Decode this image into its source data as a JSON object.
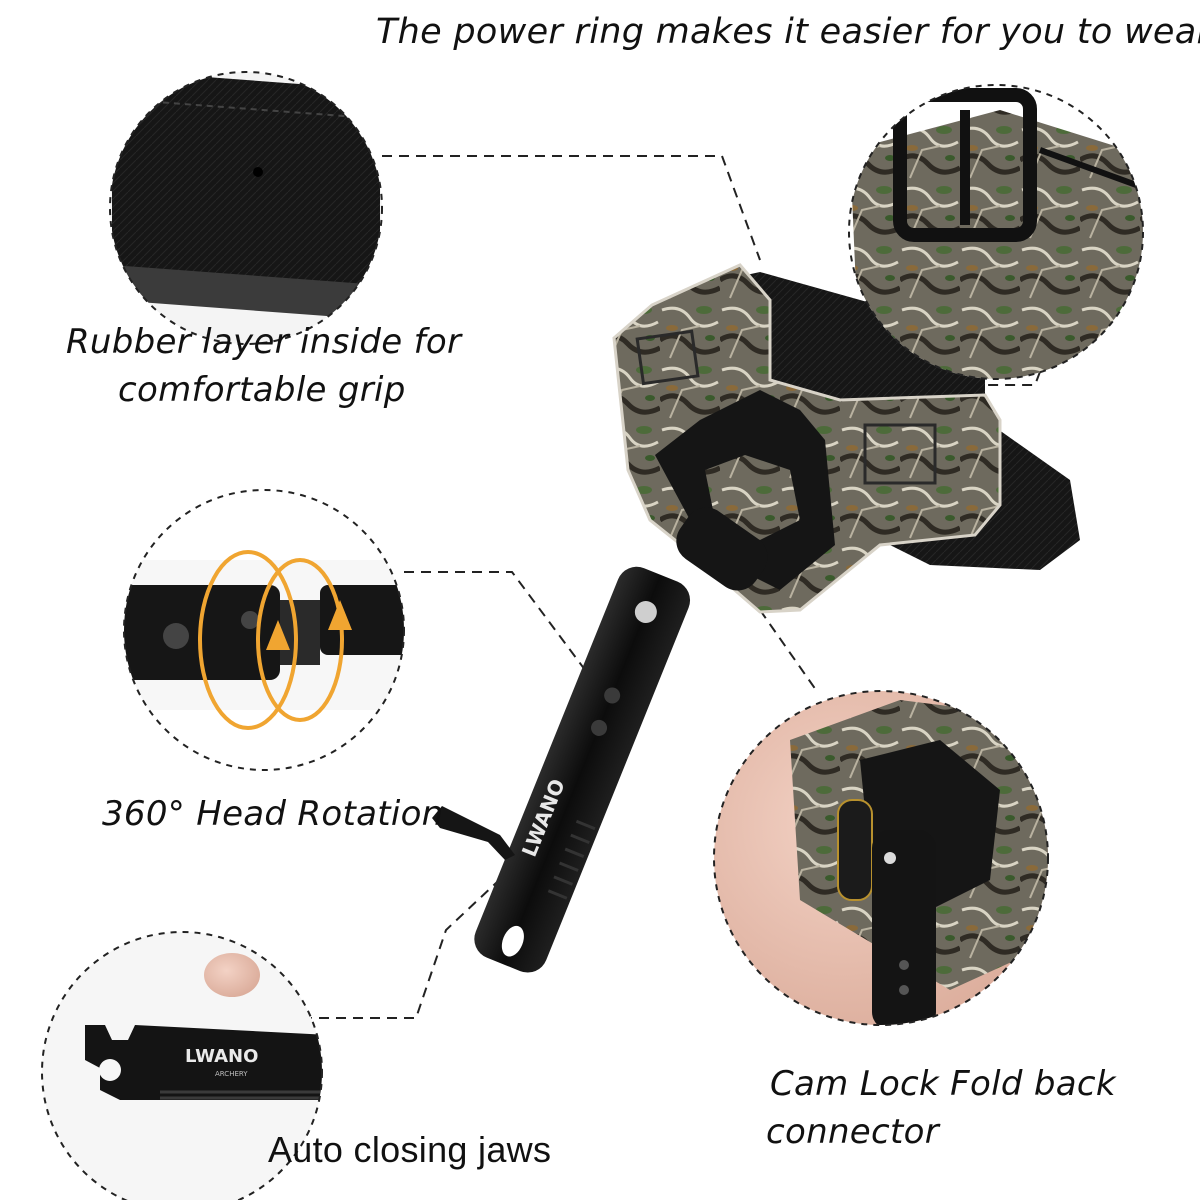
{
  "image": {
    "subject": "archery wrist release aid with camo strap",
    "brand_mark": "LWANO",
    "brand_sub": "ARCHERY"
  },
  "captions": {
    "power_ring": "The power ring makes it easier for you to wear",
    "rubber_line1": "Rubber layer inside for",
    "rubber_line2": "comfortable grip",
    "head_rotation": "360° Head Rotation",
    "auto_jaws": "Auto closing jaws",
    "cam_line1": "Cam Lock Fold back",
    "cam_line2": "connector"
  },
  "colors": {
    "background": "#ffffff",
    "metal": "#141414",
    "camo_base": "#6e6a5e",
    "rotation_arrow": "#f0a531"
  }
}
